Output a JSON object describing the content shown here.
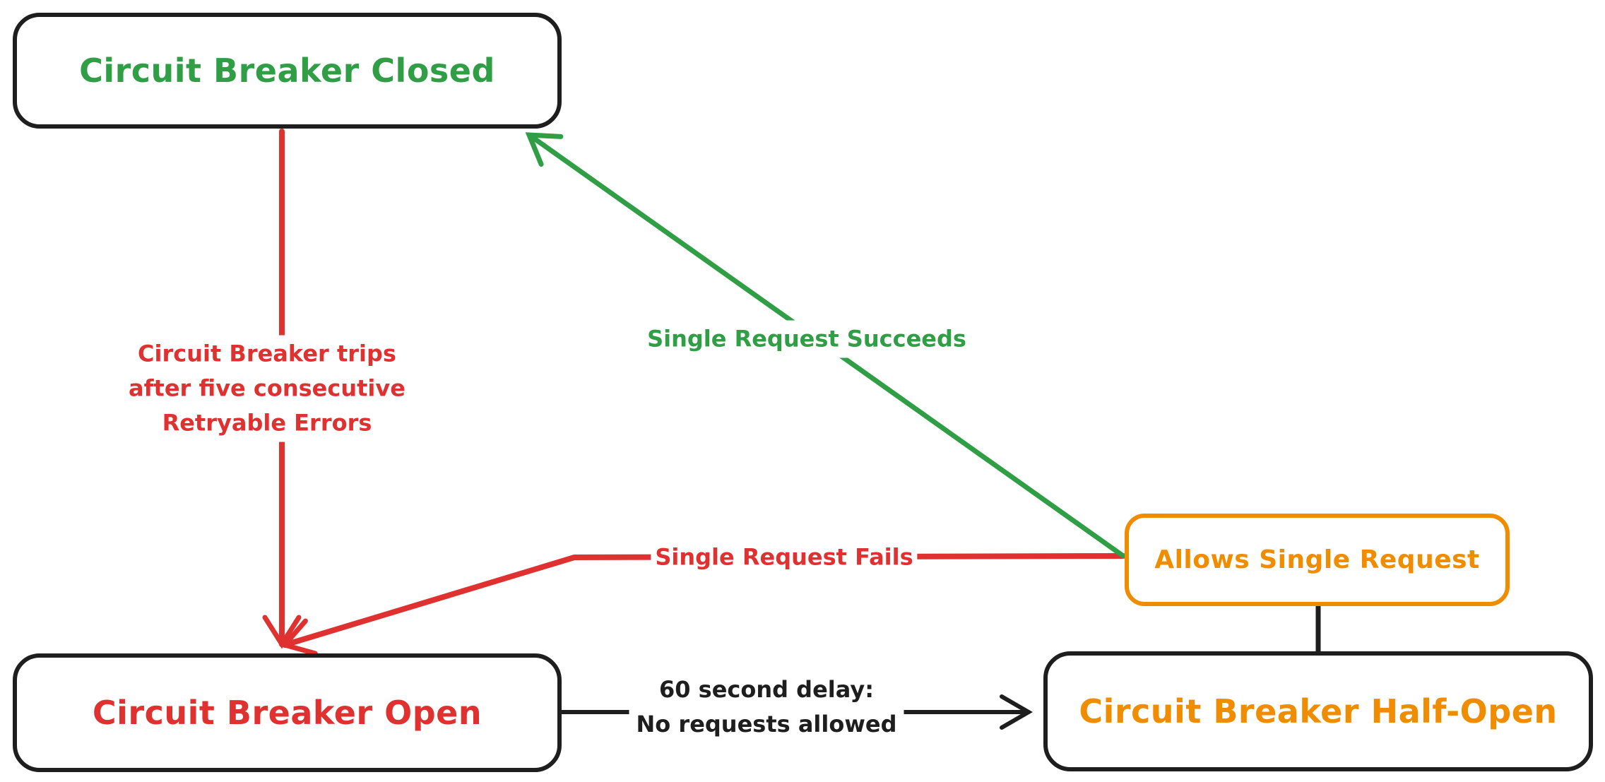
{
  "diagram": {
    "type": "state-diagram",
    "subject": "Circuit Breaker state machine",
    "colors": {
      "green": "#2f9e44",
      "red": "#e03131",
      "orange": "#f08c00",
      "black": "#1e1e1e",
      "background": "#ffffff"
    },
    "nodes": {
      "closed": {
        "label": "Circuit Breaker Closed",
        "text_color": "#2f9e44",
        "border_color": "#1e1e1e"
      },
      "open": {
        "label": "Circuit Breaker Open",
        "text_color": "#e03131",
        "border_color": "#1e1e1e"
      },
      "half_open": {
        "label": "Circuit Breaker Half-Open",
        "text_color": "#f08c00",
        "border_color": "#1e1e1e"
      },
      "allows_single_request": {
        "label": "Allows Single Request",
        "text_color": "#f08c00",
        "border_color": "#f08c00"
      }
    },
    "edges": {
      "trips": {
        "from": "closed",
        "to": "open",
        "color": "#e03131",
        "arrowhead": "open-v",
        "label_lines": [
          "Circuit Breaker trips",
          "after five consecutive",
          "Retryable Errors"
        ]
      },
      "succeeds": {
        "from": "allows_single_request",
        "to": "closed",
        "color": "#2f9e44",
        "arrowhead": "open-v",
        "label": "Single Request Succeeds"
      },
      "fails": {
        "from": "allows_single_request",
        "to": "open",
        "color": "#e03131",
        "arrowhead": "open-v",
        "label": "Single Request Fails"
      },
      "delay": {
        "from": "open",
        "to": "half_open",
        "color": "#1e1e1e",
        "arrowhead": "open-v",
        "label_lines": [
          "60 second delay:",
          "No requests allowed"
        ]
      },
      "half_open_link": {
        "from": "allows_single_request",
        "to": "half_open",
        "color": "#1e1e1e",
        "arrowhead": "none",
        "label": ""
      }
    }
  }
}
